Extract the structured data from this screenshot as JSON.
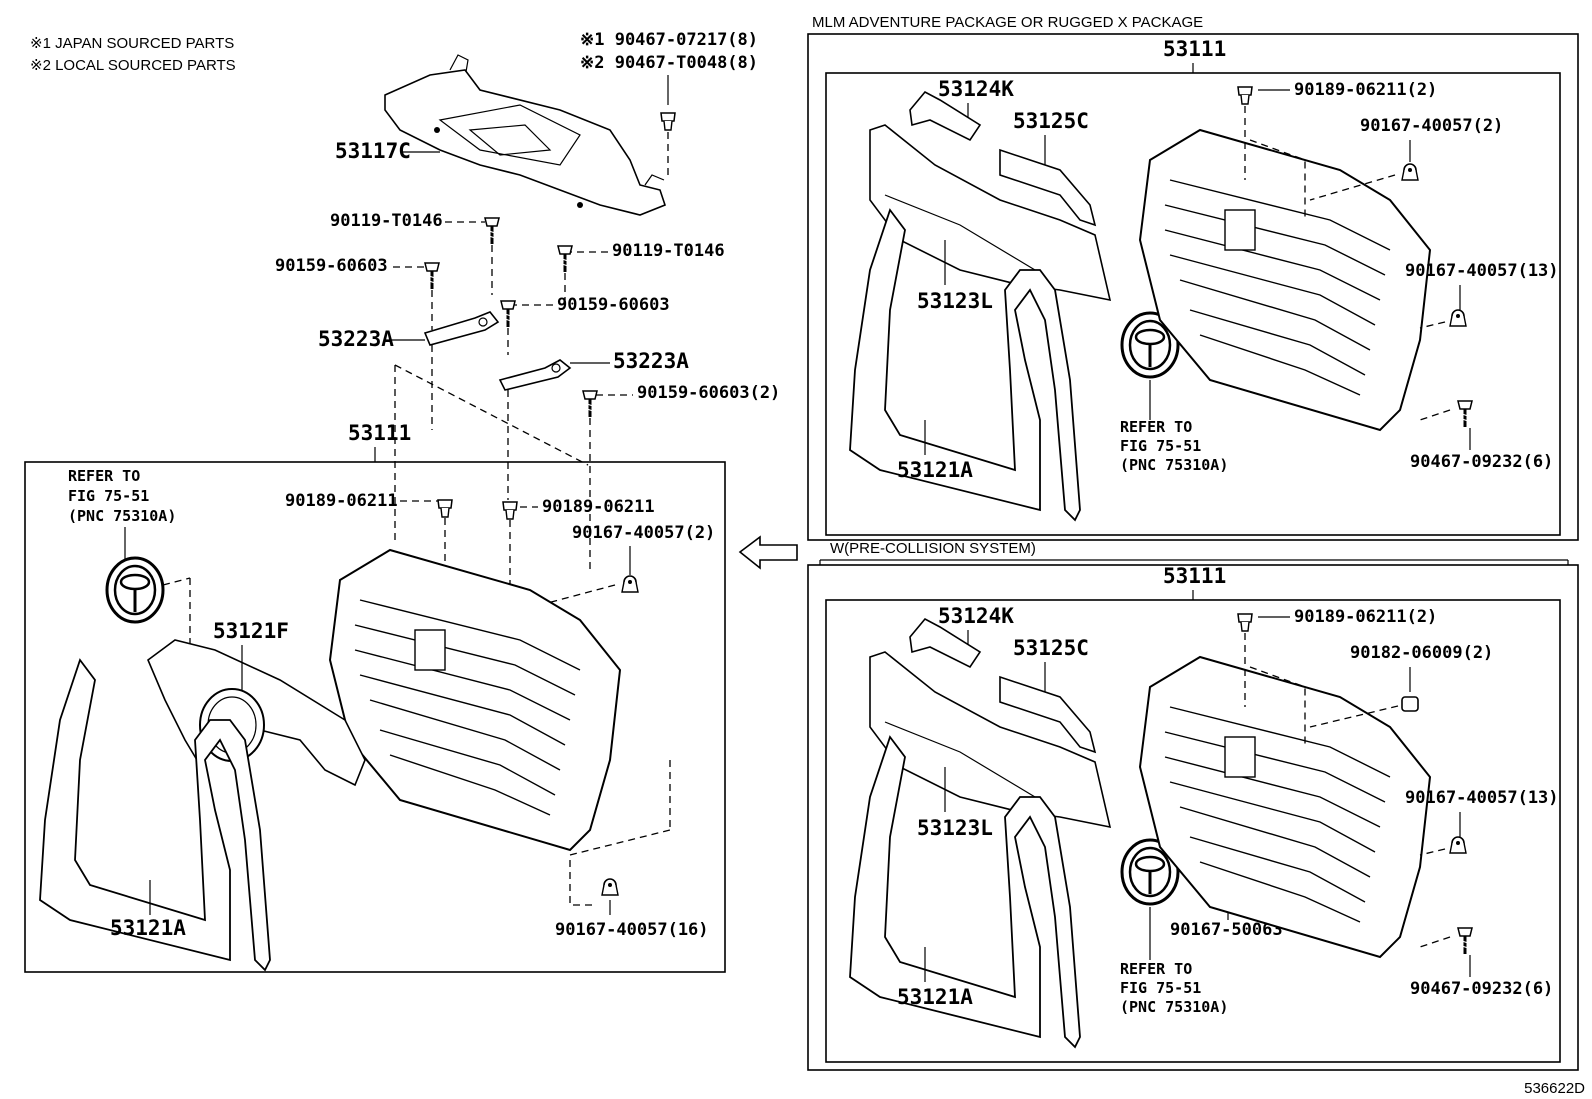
{
  "notes": {
    "japan": "※1 JAPAN SOURCED PARTS",
    "local": "※2 LOCAL SOURCED PARTS"
  },
  "left": {
    "clip1": "※1 90467-07217(8)",
    "clip2": "※2 90467-T0048(8)",
    "cover": "53117C",
    "screw_a": "90119-T0146",
    "screw_b": "90119-T0146",
    "bolt_a": "90159-60603",
    "bolt_b": "90159-60603",
    "bolt_c": "90159-60603(2)",
    "bracket_a": "53223A",
    "bracket_b": "53223A",
    "grille": "53111",
    "refer_1": "REFER TO",
    "refer_2": "FIG 75-51",
    "refer_3": "(PNC 75310A)",
    "clip_a": "90189-06211",
    "clip_b": "90189-06211",
    "nut_a": "90167-40057(2)",
    "molding": "53121F",
    "frame": "53121A",
    "nut_b": "90167-40057(16)"
  },
  "top_right": {
    "header": "MLM ADVENTURE PACKAGE OR RUGGED X PACKAGE",
    "grille": "53111",
    "p124": "53124K",
    "p125": "53125C",
    "clip": "90189-06211(2)",
    "nut_a": "90167-40057(2)",
    "nut_b": "90167-40057(13)",
    "p123": "53123L",
    "refer_1": "REFER TO",
    "refer_2": "FIG 75-51",
    "refer_3": "(PNC 75310A)",
    "p121": "53121A",
    "rivet": "90467-09232(6)"
  },
  "bottom_right": {
    "header": "W(PRE-COLLISION SYSTEM)",
    "grille": "53111",
    "p124": "53124K",
    "p125": "53125C",
    "clip": "90189-06211(2)",
    "nut_c": "90182-06009(2)",
    "nut_b": "90167-40057(13)",
    "p123": "53123L",
    "nut_d": "90167-50063",
    "refer_1": "REFER TO",
    "refer_2": "FIG 75-51",
    "refer_3": "(PNC 75310A)",
    "p121": "53121A",
    "rivet": "90467-09232(6)"
  },
  "figure_id": "536622D"
}
